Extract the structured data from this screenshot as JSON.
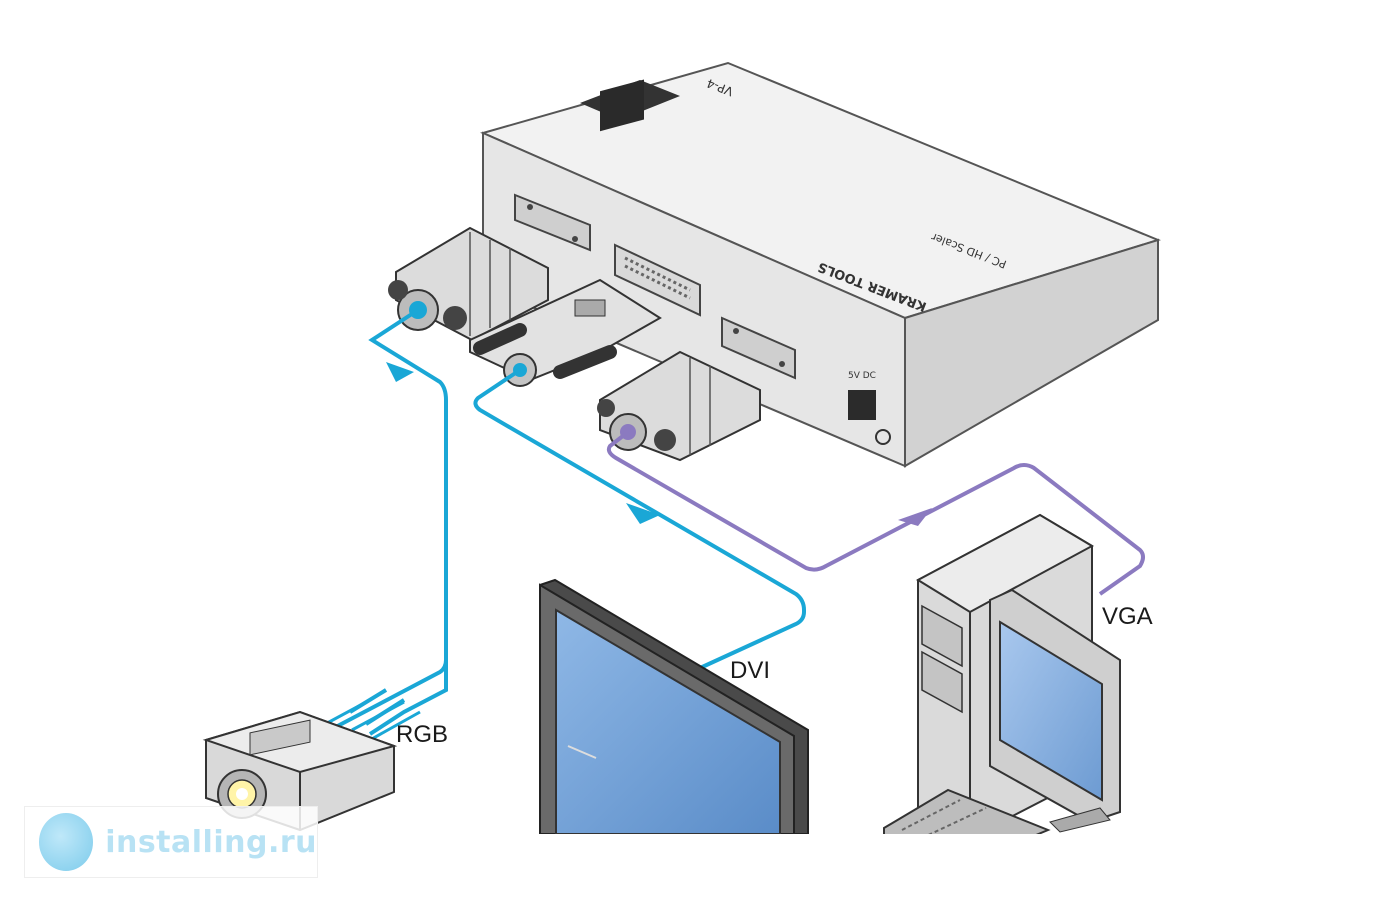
{
  "labels": {
    "rgb": "RGB",
    "dvi": "DVI",
    "vga": "VGA"
  },
  "device": {
    "brand": "KRAMER TOOLS",
    "subtitle": "PC / HD Scaler",
    "model": "VP-4",
    "power": "5V DC"
  },
  "watermark": {
    "text": "installing.ru"
  },
  "colors": {
    "cable_output": "#1aa7d6",
    "cable_input": "#8b7ac0",
    "device_body": "#ebebeb",
    "screen": "#6f9fd8"
  },
  "icons": [
    "scaler-device-icon",
    "projector-icon",
    "flat-panel-display-icon",
    "desktop-computer-icon"
  ]
}
